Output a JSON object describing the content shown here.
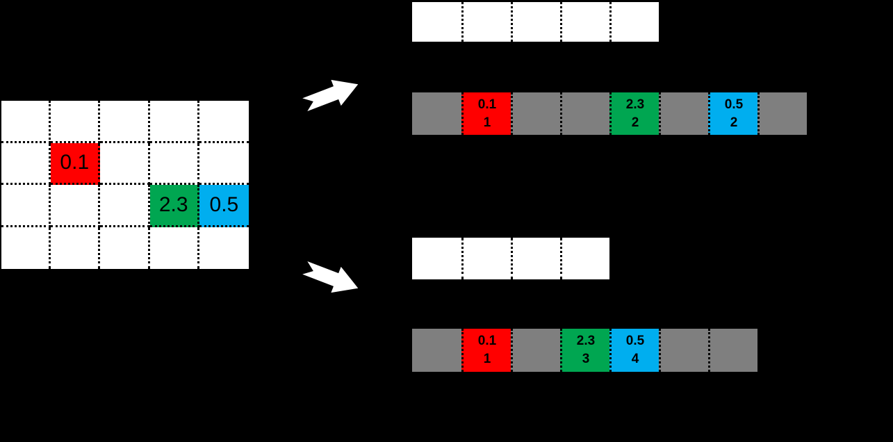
{
  "colors": {
    "background": "#000000",
    "cell_white": "#FFFFFF",
    "cell_gray": "#7F7F7F",
    "nonzero_red": "#FF0000",
    "nonzero_green": "#00A651",
    "nonzero_blue": "#00AEEF",
    "grid_line": "#000000",
    "arrow": "#FFFFFF"
  },
  "matrix": {
    "rows": 4,
    "cols": 5,
    "nonzeros": [
      {
        "value": "0.1",
        "row": 1,
        "col": 1,
        "color": "red"
      },
      {
        "value": "2.3",
        "row": 2,
        "col": 3,
        "color": "green"
      },
      {
        "value": "0.5",
        "row": 2,
        "col": 4,
        "color": "blue"
      }
    ]
  },
  "top_section": {
    "pointer_cell_count": 5,
    "data_cells": [
      {
        "type": "gray",
        "value": "",
        "index": ""
      },
      {
        "type": "red",
        "value": "0.1",
        "index": "1"
      },
      {
        "type": "gray",
        "value": "",
        "index": ""
      },
      {
        "type": "gray",
        "value": "",
        "index": ""
      },
      {
        "type": "green",
        "value": "2.3",
        "index": "2"
      },
      {
        "type": "gray",
        "value": "",
        "index": ""
      },
      {
        "type": "blue",
        "value": "0.5",
        "index": "2"
      },
      {
        "type": "gray",
        "value": "",
        "index": ""
      }
    ]
  },
  "bottom_section": {
    "pointer_cell_count": 4,
    "data_cells": [
      {
        "type": "gray",
        "value": "",
        "index": ""
      },
      {
        "type": "red",
        "value": "0.1",
        "index": "1"
      },
      {
        "type": "gray",
        "value": "",
        "index": ""
      },
      {
        "type": "green",
        "value": "2.3",
        "index": "3"
      },
      {
        "type": "blue",
        "value": "0.5",
        "index": "4"
      },
      {
        "type": "gray",
        "value": "",
        "index": ""
      },
      {
        "type": "gray",
        "value": "",
        "index": ""
      }
    ]
  }
}
